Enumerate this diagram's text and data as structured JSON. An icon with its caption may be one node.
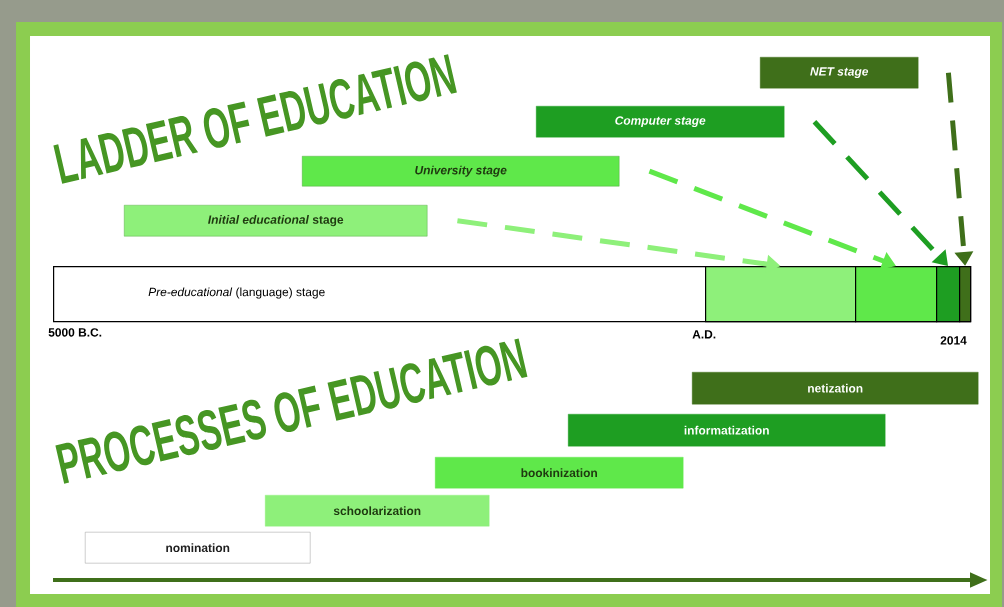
{
  "diagram": {
    "nodes": [
      {
        "text": [
          "NET stage"
        ]
      },
      {
        "text": [
          "Computer stage"
        ]
      },
      {
        "text": [
          "University stage"
        ]
      },
      {
        "text": [
          "*Initial educational* stage"
        ]
      },
      {
        "text": [
          "*Pre-educational* (language) stage"
        ]
      },
      {
        "text": [],
        "shape": "bar",
        "in": 4
      },
      {
        "text": [],
        "shape": "bar",
        "in": 4
      },
      {
        "text": [],
        "shape": "bar",
        "in": 4
      },
      {
        "text": [],
        "shape": "bar",
        "in": 4
      },
      {
        "text": [
          "netization"
        ]
      },
      {
        "text": [
          "informatization"
        ]
      },
      {
        "text": [
          "bookinization"
        ]
      },
      {
        "text": [
          "schoolarization"
        ]
      },
      {
        "text": [
          "nomination"
        ]
      }
    ],
    "edges": [
      {
        "from": 3,
        "to": 5,
        "arrow": "to",
        "style": "dashed",
        "color": "#8ef07a"
      },
      {
        "from": 2,
        "to": 6,
        "arrow": "to",
        "style": "dashed",
        "color": "#5fe84a"
      },
      {
        "from": 1,
        "to": 7,
        "arrow": "to",
        "style": "dashed",
        "color": "#1e9e22"
      },
      {
        "from": 0,
        "to": 8,
        "arrow": "to",
        "style": "dashed",
        "color": "#3f6f1a"
      }
    ],
    "labels": [
      "LADDER OF EDUCATION",
      "5000 B.C.",
      "A.D.",
      "2014",
      "PROCESSES OF EDUCATION"
    ]
  }
}
